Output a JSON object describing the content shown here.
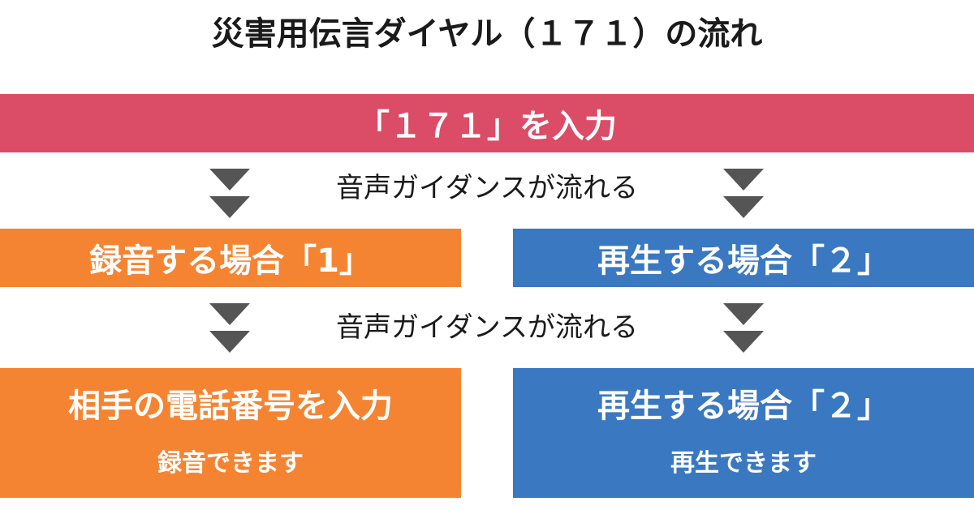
{
  "title": "災害用伝言ダイヤル（１７１）の流れ",
  "step1": {
    "label": "「１７１」を入力"
  },
  "guidance1": "音声ガイダンスが流れる",
  "guidance2": "音声ガイダンスが流れる",
  "record": {
    "option_label": "録音する場合「1」",
    "action_main": "相手の電話番号を入力",
    "action_sub": "録音できます"
  },
  "playback": {
    "option_label": "再生する場合「２」",
    "action_main": "再生する場合「２」",
    "action_sub": "再生できます"
  },
  "icons": {
    "arrow": "double-down-triangle-icon"
  },
  "colors": {
    "step1": "#db4c67",
    "record": "#f58432",
    "playback": "#3a78c1",
    "arrow": "#555555"
  }
}
